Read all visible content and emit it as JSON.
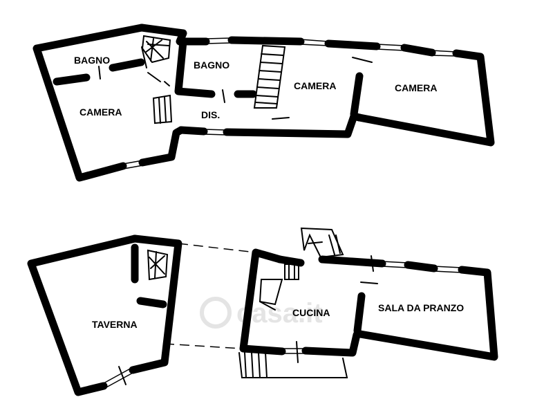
{
  "rooms": {
    "bagno_left": "BAGNO",
    "camera_left": "CAMERA",
    "bagno_center": "BAGNO",
    "dis": "DIS.",
    "camera_center": "CAMERA",
    "camera_right": "CAMERA",
    "taverna": "TAVERNA",
    "cucina": "CUCINA",
    "sala": "SALA DA PRANZO"
  },
  "watermark": "casa.it"
}
